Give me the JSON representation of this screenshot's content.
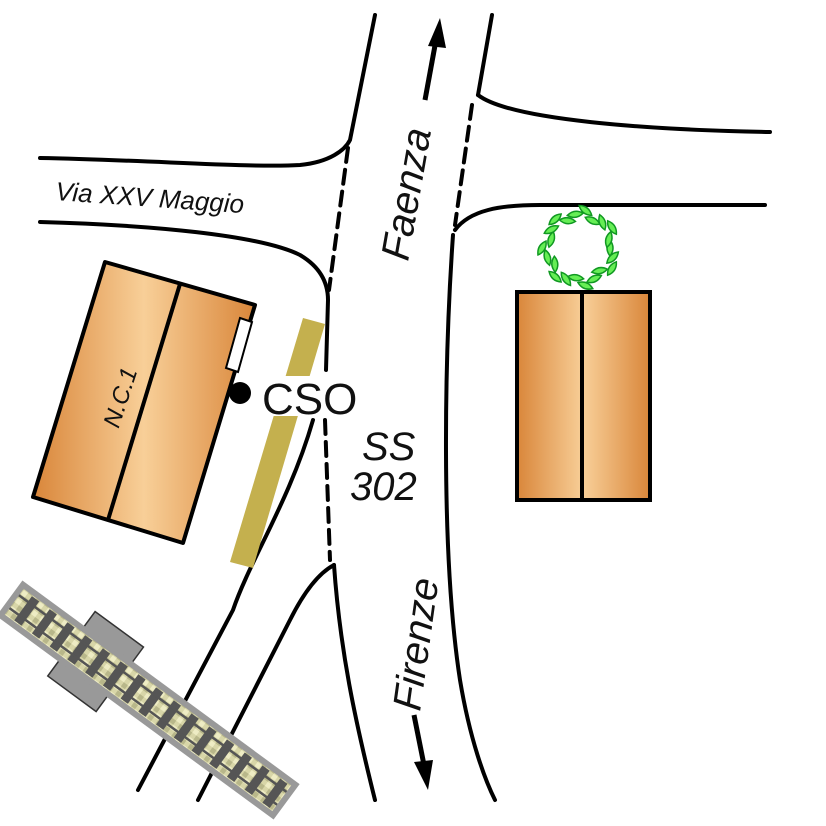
{
  "labels": {
    "street_west": "Via XXV Maggio",
    "direction_north": "Faenza",
    "direction_south": "Firenze",
    "road_name_line1": "SS",
    "road_name_line2": "302",
    "building_left": "N.C.1",
    "marker": "CSO"
  },
  "colors": {
    "building": "#e8a45a",
    "building_light": "#f8cf98",
    "sidewalk_bar": "#c4b04e",
    "tree": "#66ee55",
    "tree_stroke": "#119922",
    "rail_bed": "#999999"
  }
}
